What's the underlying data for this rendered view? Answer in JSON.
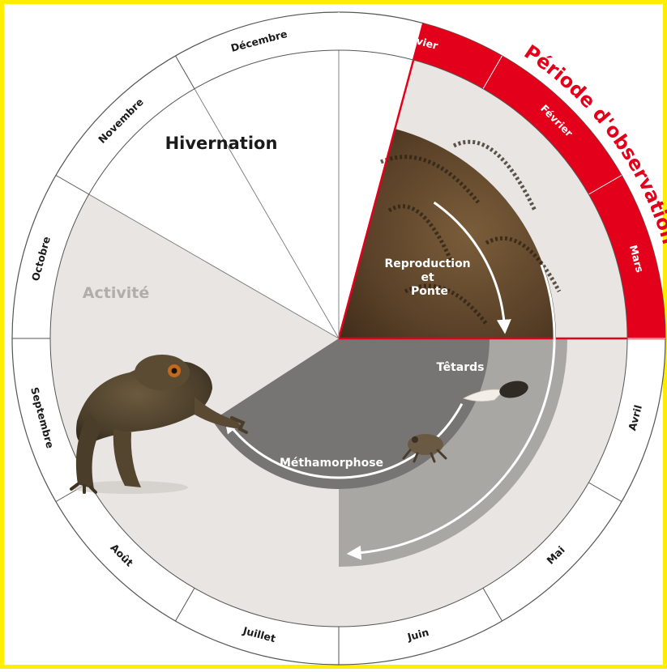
{
  "colors": {
    "frame": "#ffee00",
    "accent_red": "#e2001a",
    "activity_bg": "#e8e5e2",
    "tadpole_bg": "#a9a7a4",
    "metamorphosis_bg": "#767573",
    "ring_line": "#333333"
  },
  "months": [
    {
      "label": "Janvier",
      "highlighted": true
    },
    {
      "label": "Février",
      "highlighted": true
    },
    {
      "label": "Mars",
      "highlighted": true
    },
    {
      "label": "Avril",
      "highlighted": false
    },
    {
      "label": "Mai",
      "highlighted": false
    },
    {
      "label": "Juin",
      "highlighted": false
    },
    {
      "label": "Juillet",
      "highlighted": false
    },
    {
      "label": "Août",
      "highlighted": false
    },
    {
      "label": "Septembre",
      "highlighted": false
    },
    {
      "label": "Octobre",
      "highlighted": false
    },
    {
      "label": "Novembre",
      "highlighted": false
    },
    {
      "label": "Décembre",
      "highlighted": false
    }
  ],
  "observation_label": "Période d'observation",
  "phases": {
    "hivernation": "Hivernation",
    "activite": "Activité",
    "reproduction": [
      "Reproduction",
      "et",
      "Ponte"
    ],
    "tetards": "Têtards",
    "metamorphose": "Méthamorphose"
  },
  "illustrations": {
    "toad": "adult-toad-photo",
    "eggs": "toad-egg-strings-photo",
    "tadpole": "tadpole-photo",
    "young_toad": "young-toad-photo"
  }
}
